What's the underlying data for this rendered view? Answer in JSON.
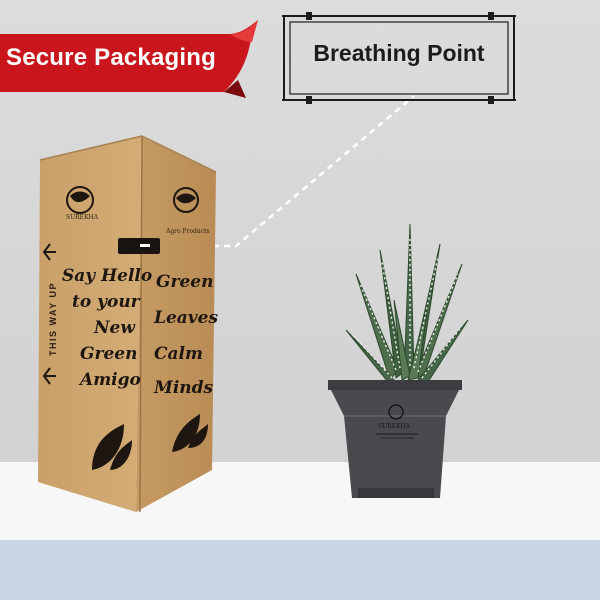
{
  "ribbon": {
    "label": "Secure Packaging",
    "color": "#c8161c"
  },
  "callout": {
    "label": "Breathing Point"
  },
  "box": {
    "side_label": "THIS WAY UP",
    "left_panel": [
      "Say Hello",
      "to your",
      "New",
      "Green",
      "Amigo"
    ],
    "right_panel": [
      "Green",
      "Leaves",
      "Calm",
      "Minds"
    ],
    "brand_name": "SUREKHA",
    "brand_tag": "Agro Products",
    "color": "#c9a06a"
  },
  "pot": {
    "brand_name": "SUREKHA",
    "color": "#4a4a4e"
  }
}
